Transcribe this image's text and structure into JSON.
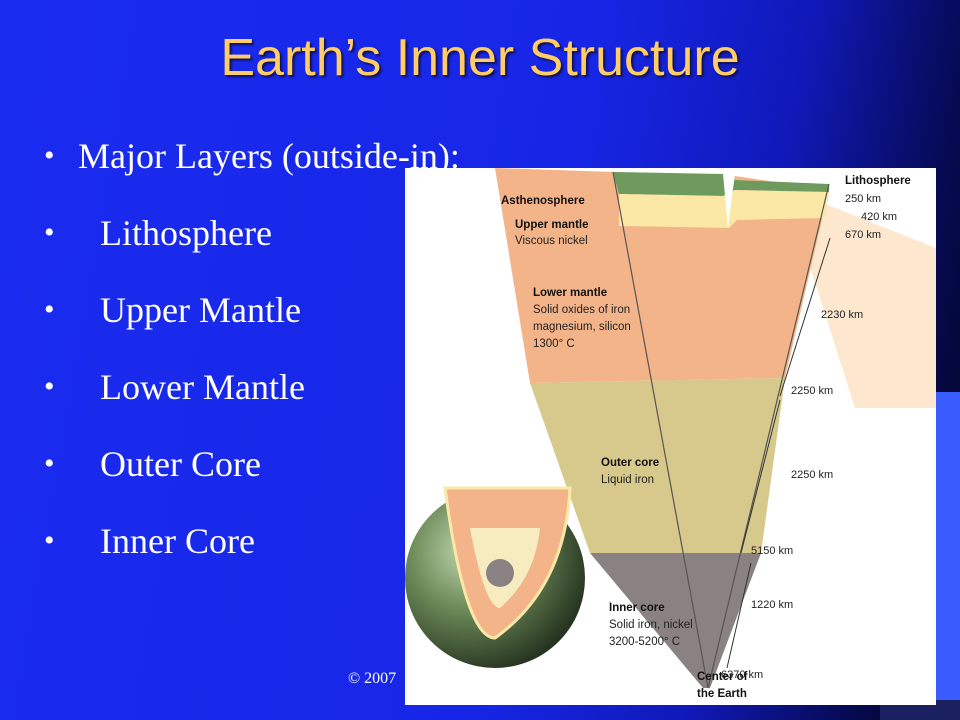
{
  "slide": {
    "title": "Earth’s Inner Structure",
    "copyright": "© 2007",
    "bullets": [
      "Major Layers (outside-in):",
      "Lithosphere",
      "Upper Mantle",
      "Lower Mantle",
      "Outer Core",
      "Inner Core"
    ]
  },
  "diagram": {
    "labels": {
      "asthenosphere": "Asthenosphere",
      "upper_mantle_title": "Upper mantle",
      "upper_mantle_desc": "Viscous nickel",
      "lower_mantle_title": "Lower mantle",
      "lower_mantle_desc_1": "Solid oxides of iron",
      "lower_mantle_desc_2": "magnesium, silicon",
      "lower_mantle_desc_3": "1300° C",
      "outer_core_title": "Outer core",
      "outer_core_desc": "Liquid iron",
      "inner_core_title": "Inner core",
      "inner_core_desc_1": "Solid iron, nickel",
      "inner_core_desc_2": "3200-5200° C",
      "center_1": "Center of",
      "center_2": "the Earth",
      "lithosphere": "Lithosphere"
    },
    "depths": [
      "250 km",
      "420 km",
      "670 km",
      "2250 km",
      "5150 km",
      "6370 km"
    ],
    "thicknesses": [
      "2230 km",
      "2250 km",
      "1220 km"
    ],
    "colors": {
      "crust": "#7aa06a",
      "upper_mantle": "#fbe8a6",
      "lower_mantle": "#f4b48a",
      "outer_core": "#d7c98c",
      "inner_core": "#8a8282",
      "title": "#ffcc66"
    }
  }
}
